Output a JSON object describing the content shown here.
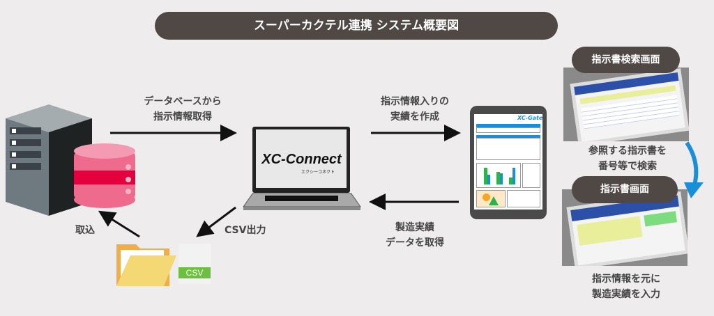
{
  "title": "スーパーカクテル連携 システム概要図",
  "labels": {
    "db_to_pc": [
      "データベースから",
      "指示情報取得"
    ],
    "pc_to_tablet": [
      "指示情報入りの",
      "実績を作成"
    ],
    "tablet_to_pc": [
      "製造実績",
      "データを取得"
    ],
    "csv_out": "CSV出力",
    "import": "取込",
    "csv_badge": "CSV"
  },
  "right_panel": {
    "search_screen_title": "指示書検索画面",
    "search_caption": [
      "参照する指示書を",
      "番号等で検索"
    ],
    "instruction_screen_title": "指示書画面",
    "instruction_caption": [
      "指示情報を元に",
      "製造実績を入力"
    ]
  },
  "logos": {
    "pc": "XC-Connect",
    "pc_sub": "エクシーコネクト",
    "tablet": "XC-Gate"
  },
  "colors": {
    "pill": "#4f4845",
    "db": "#e9436e",
    "arrow_blue": "#1a8fd8",
    "csv_green": "#6cbf3f"
  }
}
